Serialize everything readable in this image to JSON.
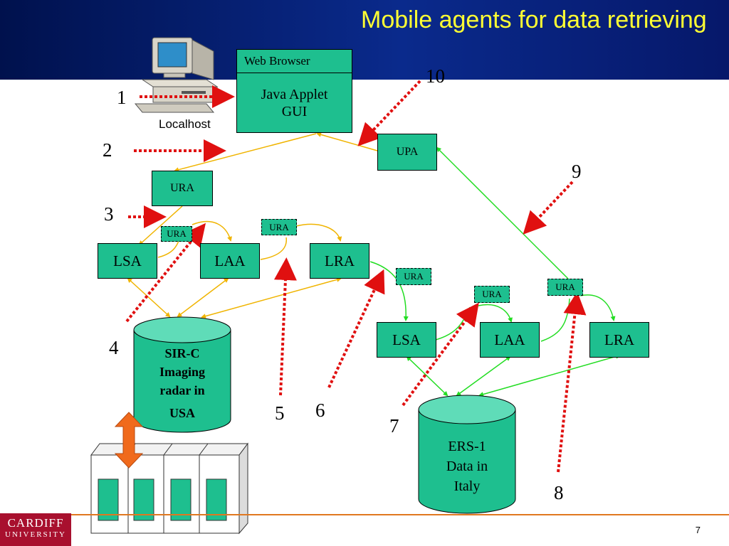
{
  "title": "Mobile agents for data retrieving",
  "localhost_label": "Localhost",
  "web_browser": {
    "header": "Web Browser",
    "body_line1": "Java Applet",
    "body_line2": "GUI"
  },
  "agents": {
    "upa": "UPA",
    "ura_top": "URA",
    "ura_small_1": "URA",
    "ura_small_2": "URA",
    "ura_small_3": "URA",
    "ura_small_4": "URA",
    "ura_small_5": "URA",
    "usa_lsa": "LSA",
    "usa_laa": "LAA",
    "usa_lra": "LRA",
    "italy_lsa": "LSA",
    "italy_laa": "LAA",
    "italy_lra": "LRA"
  },
  "databases": {
    "sirc": {
      "line1": "SIR-C",
      "line2": "Imaging",
      "line3": "radar in",
      "line4": "USA"
    },
    "ers1": {
      "line1": "ERS-1",
      "line2": "Data in",
      "line3": "Italy"
    }
  },
  "steps": [
    "1",
    "2",
    "3",
    "4",
    "5",
    "6",
    "7",
    "8",
    "9",
    "10"
  ],
  "logo": {
    "line1": "CARDIFF",
    "line2": "UNIVERSITY"
  },
  "page_number": "7",
  "colors": {
    "accent_yellow": "#ffff33",
    "agent_green": "#1ebf8f",
    "db_green": "#5fdcb8",
    "arrow_red": "#e01010",
    "line_orange": "#f0b400",
    "line_green": "#22dd22",
    "footer_orange": "#e07820",
    "logo_red": "#a8102e"
  }
}
